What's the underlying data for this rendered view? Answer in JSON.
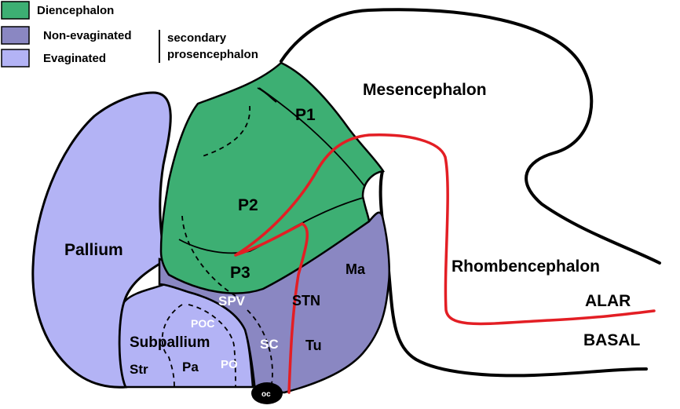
{
  "legend": {
    "diencephalon": {
      "label": "Diencephalon",
      "color": "#3daf73"
    },
    "non_evaginated": {
      "label": "Non-evaginated",
      "color": "#8a87c2"
    },
    "evaginated": {
      "label": "Evaginated",
      "color": "#b3b3f5"
    },
    "group_label_line1": "secondary",
    "group_label_line2": "prosencephalon"
  },
  "regions": {
    "mesencephalon": "Mesencephalon",
    "rhombencephalon": "Rhombencephalon",
    "pallium": "Pallium",
    "subpallium": "Subpallium",
    "p1": "P1",
    "p2": "P2",
    "p3": "P3",
    "ma": "Ma",
    "stn": "STN",
    "tu": "Tu",
    "spv": "SPV",
    "sc": "SC",
    "poc": "POC",
    "po": "PO",
    "pa": "Pa",
    "str": "Str",
    "oc": "oc"
  },
  "axis_labels": {
    "alar": "ALAR",
    "basal": "BASAL"
  },
  "colors": {
    "outline": "#000000",
    "boundary_line": "#e31e24",
    "background": "#ffffff"
  }
}
